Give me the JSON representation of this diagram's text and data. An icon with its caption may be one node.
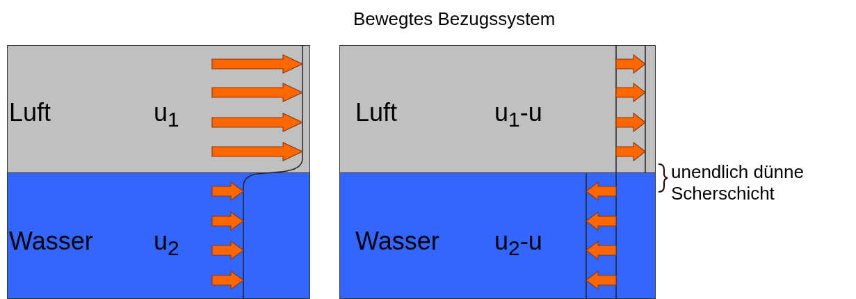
{
  "diagram": {
    "nodes": [
      {
        "text": [
          "Luft",
          "u$_{1}$"
        ]
      },
      {
        "text": [
          "Wasser",
          "u$_{2}$"
        ]
      },
      {
        "text": [
          "Luft",
          "u$_{1}$-u"
        ]
      },
      {
        "text": [
          "Wasser",
          "u$_{2}$-u"
        ]
      }
    ],
    "labels": [
      "Bewegtes Bezugssystem",
      "unendlich dünne Scherschicht"
    ]
  }
}
